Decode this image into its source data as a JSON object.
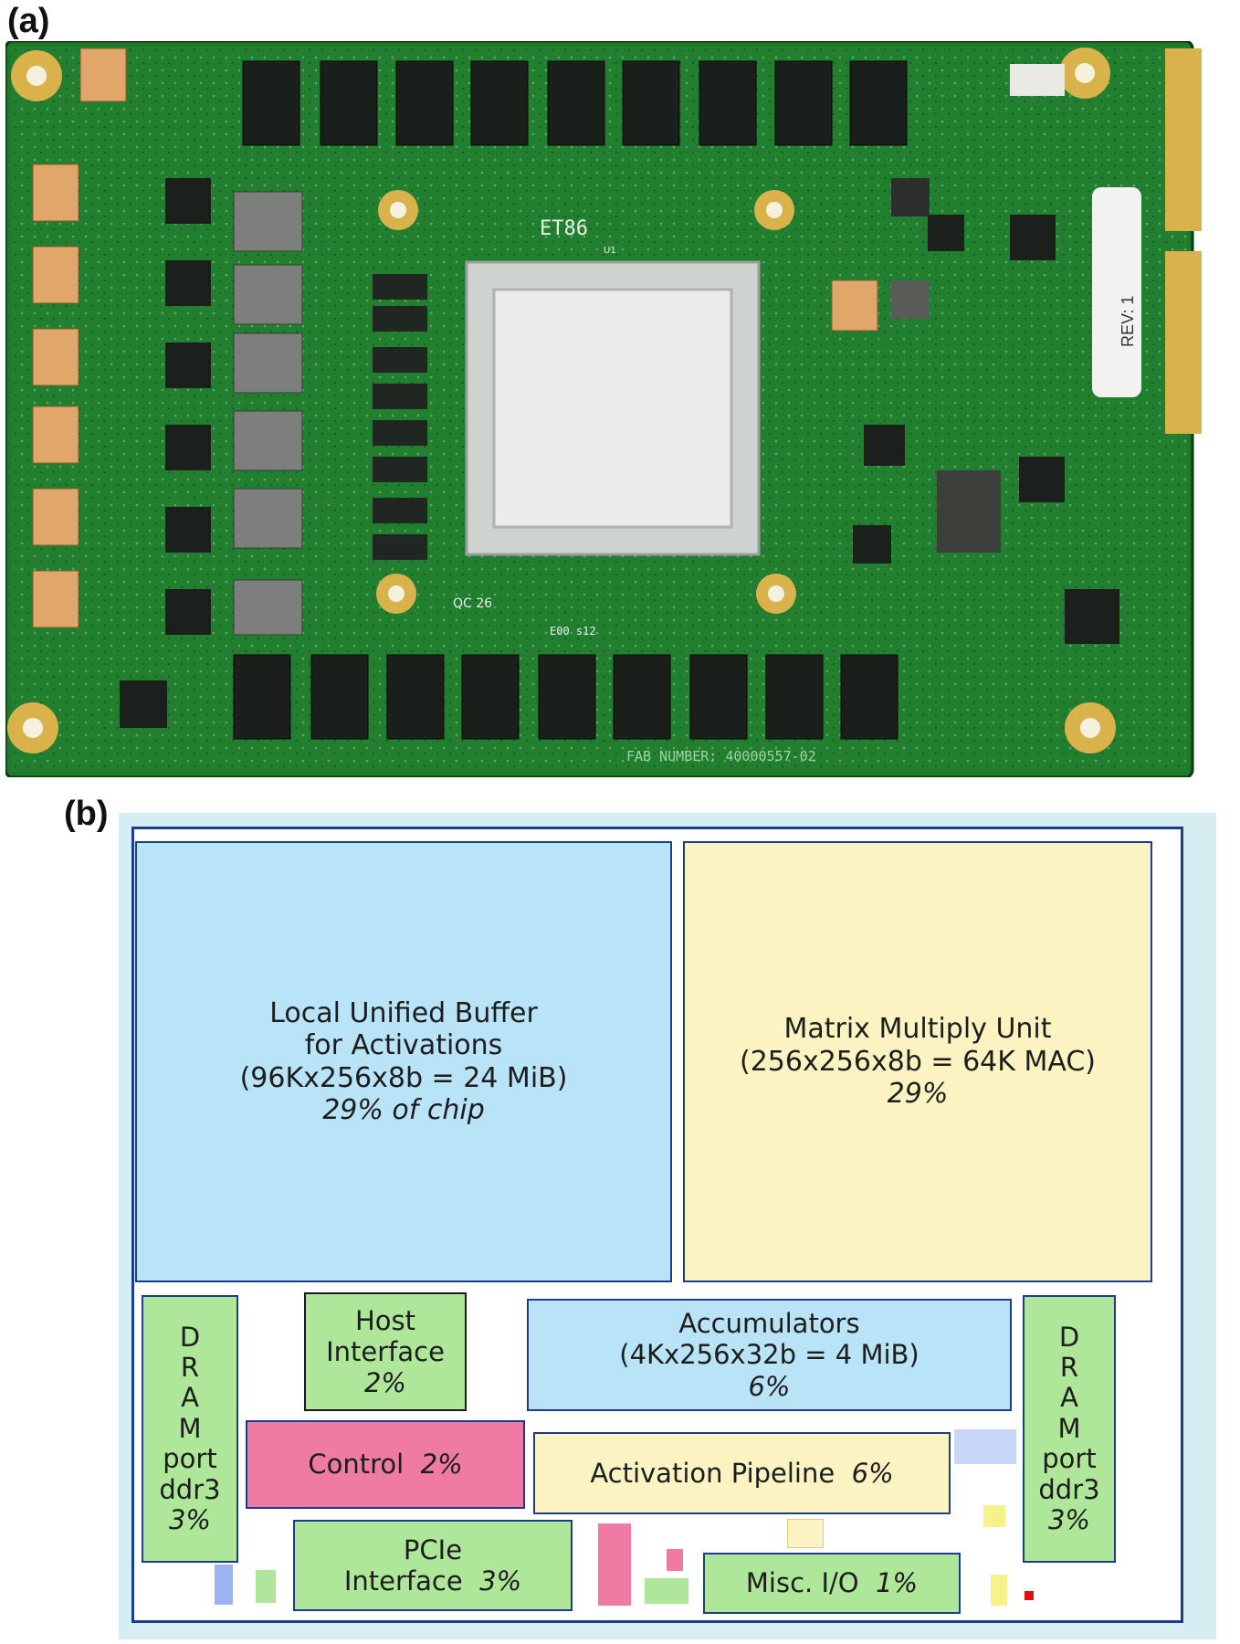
{
  "panel_a": {
    "label": "(a)",
    "board_texts": {
      "chip_marking": "ET86",
      "rev": "REV: 1",
      "fab": "FAB NUMBER: 40000557-02",
      "qc": "QC 26",
      "u1": "U1",
      "e00": "E00  s12"
    },
    "colors": {
      "board": "#1f7a2a",
      "board_dark": "#0f4a17",
      "gold": "#d9b24c",
      "chip": "#c8ccc9"
    }
  },
  "panel_b": {
    "label": "(b)",
    "blocks": {
      "local_buffer": {
        "l1": "Local Unified Buffer",
        "l2": "for Activations",
        "l3": "(96Kx256x8b = 24 MiB)",
        "l4": "29% of chip"
      },
      "mmu": {
        "l1": "Matrix Multiply Unit",
        "l2": "(256x256x8b = 64K MAC)",
        "l3": "29%"
      },
      "host": {
        "l1": "Host",
        "l2": "Interface",
        "l3": "2%"
      },
      "accum": {
        "l1": "Accumulators",
        "l2": "(4Kx256x32b = 4 MiB)",
        "l3": "6%"
      },
      "control": {
        "name": "Control",
        "pct": "2%"
      },
      "activation": {
        "name": "Activation Pipeline",
        "pct": "6%"
      },
      "pcie": {
        "l1": "PCIe",
        "l2a": "Interface",
        "pct": "3%"
      },
      "misc": {
        "name": "Misc. I/O",
        "pct": "1%"
      },
      "dram_left": {
        "c1": "D",
        "c2": "R",
        "c3": "A",
        "c4": "M",
        "l5": "port",
        "l6": "ddr3",
        "pct": "3%"
      },
      "dram_right": {
        "c1": "D",
        "c2": "R",
        "c3": "A",
        "c4": "M",
        "l5": "port",
        "l6": "ddr3",
        "pct": "3%"
      }
    },
    "colors": {
      "blue": "#b9e3f6",
      "yellow": "#fbf4c2",
      "green": "#aee79a",
      "pink": "#ef7aa3",
      "border": "#1c3c8c",
      "backdrop": "#d6eef2"
    }
  }
}
